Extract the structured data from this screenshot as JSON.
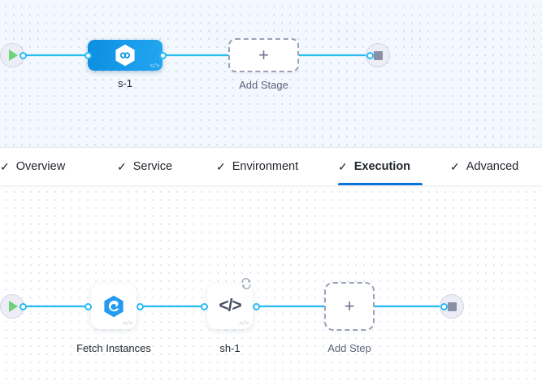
{
  "stage_canvas": {
    "name": "pipeline-stage-canvas",
    "start_node": {
      "icon": "play-icon",
      "title": "Start"
    },
    "end_node": {
      "icon": "stop-icon",
      "title": "End"
    },
    "nodes": [
      {
        "id": "stage-1",
        "label": "s-1",
        "icon": "hexagon-infinity-icon",
        "badge": "</>",
        "type": "stage"
      }
    ],
    "add_stage": {
      "label": "Add Stage",
      "icon": "plus-icon"
    }
  },
  "tabs": {
    "name": "stage-config-tabs",
    "items": [
      {
        "label": "Overview",
        "icon": "check-icon",
        "active": false
      },
      {
        "label": "Service",
        "icon": "check-icon",
        "active": false
      },
      {
        "label": "Environment",
        "icon": "check-icon",
        "active": false
      },
      {
        "label": "Execution",
        "icon": "check-icon",
        "active": true
      },
      {
        "label": "Advanced",
        "icon": "check-icon",
        "active": false
      }
    ],
    "active_color": "#0b72d9"
  },
  "step_canvas": {
    "name": "execution-steps-canvas",
    "start_node": {
      "icon": "play-icon",
      "title": "Start"
    },
    "end_node": {
      "icon": "stop-icon",
      "title": "End"
    },
    "nodes": [
      {
        "id": "step-fetch-instances",
        "label": "Fetch Instances",
        "icon": "harness-hexagon-icon",
        "badge": "</>",
        "type": "step"
      },
      {
        "id": "step-sh-1",
        "label": "sh-1",
        "icon": "code-icon",
        "badge": "</>",
        "loop_badge": "loop-icon",
        "type": "step"
      }
    ],
    "add_step": {
      "label": "Add Step",
      "icon": "plus-icon"
    }
  },
  "colors": {
    "edge": "#27bbf0",
    "stage_gradient_from": "#0d8ee0",
    "stage_gradient_to": "#23a6f0",
    "accent": "#0b72d9",
    "play": "#6fd17c",
    "stop": "#8a8fa8",
    "canvas_top_bg": "#f2f8fd",
    "canvas_bottom_bg": "#ffffff"
  }
}
